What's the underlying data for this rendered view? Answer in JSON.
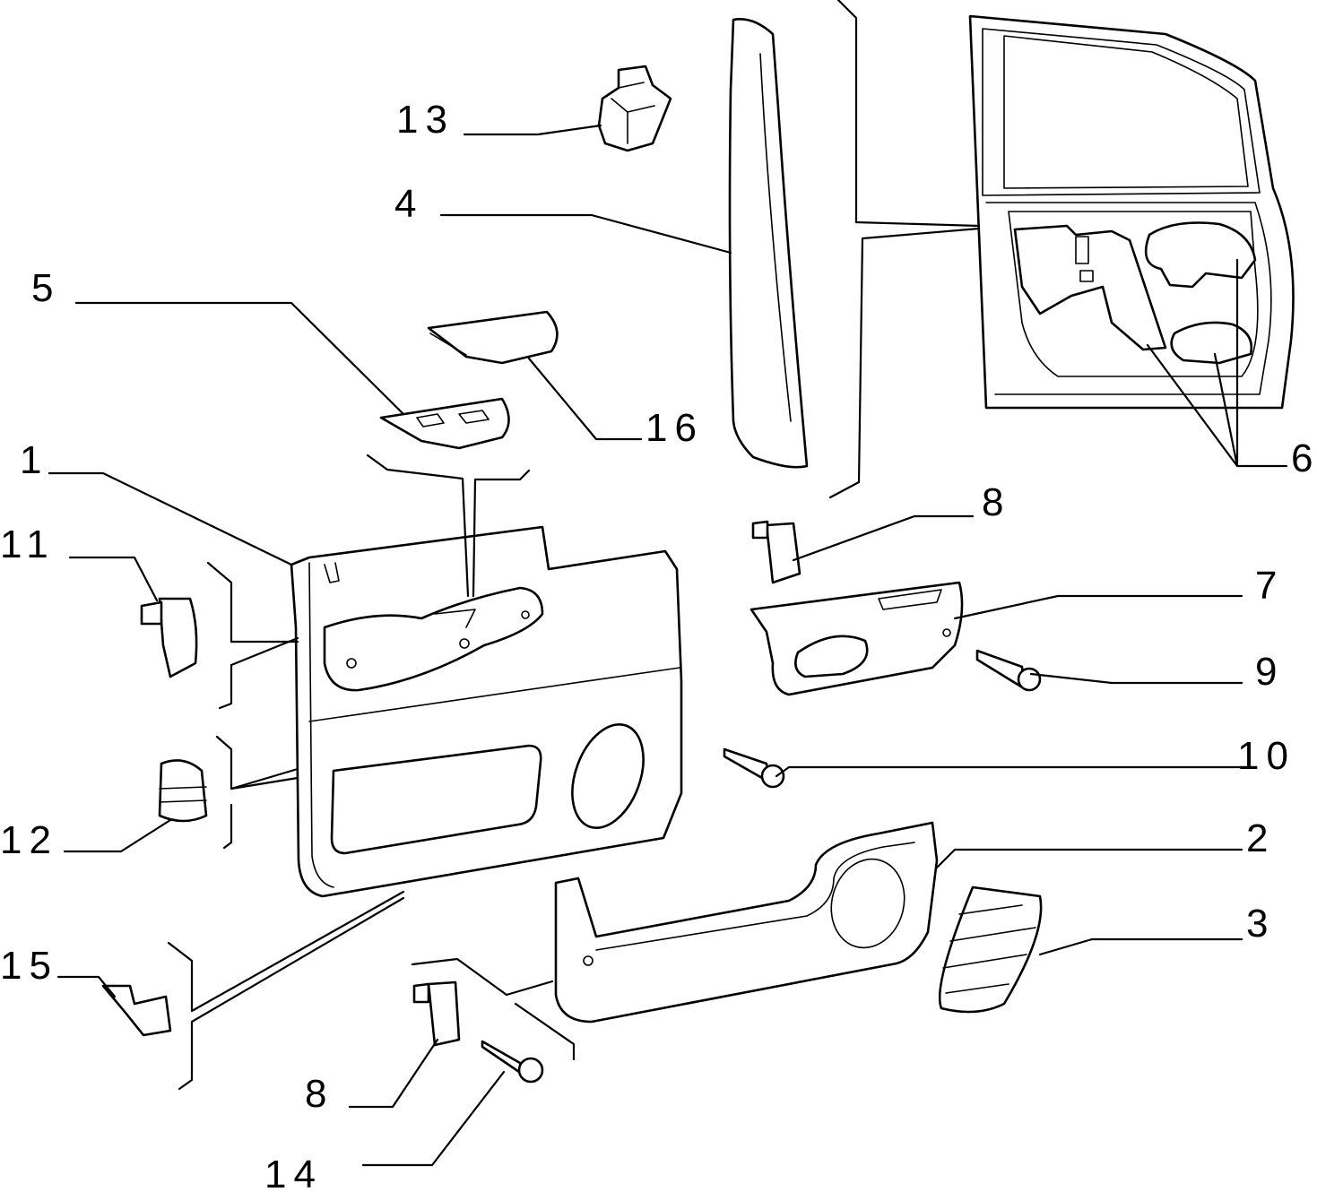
{
  "callouts": [
    {
      "id": "13",
      "text": "13"
    },
    {
      "id": "4",
      "text": "4"
    },
    {
      "id": "5",
      "text": "5"
    },
    {
      "id": "16",
      "text": "16"
    },
    {
      "id": "1",
      "text": "1"
    },
    {
      "id": "11",
      "text": "11"
    },
    {
      "id": "12",
      "text": "12"
    },
    {
      "id": "15",
      "text": "15"
    },
    {
      "id": "8a",
      "text": "8"
    },
    {
      "id": "8b",
      "text": "8"
    },
    {
      "id": "7",
      "text": "7"
    },
    {
      "id": "9",
      "text": "9"
    },
    {
      "id": "10",
      "text": "10"
    },
    {
      "id": "2",
      "text": "2"
    },
    {
      "id": "3",
      "text": "3"
    },
    {
      "id": "6",
      "text": "6"
    },
    {
      "id": "14",
      "text": "14"
    }
  ]
}
